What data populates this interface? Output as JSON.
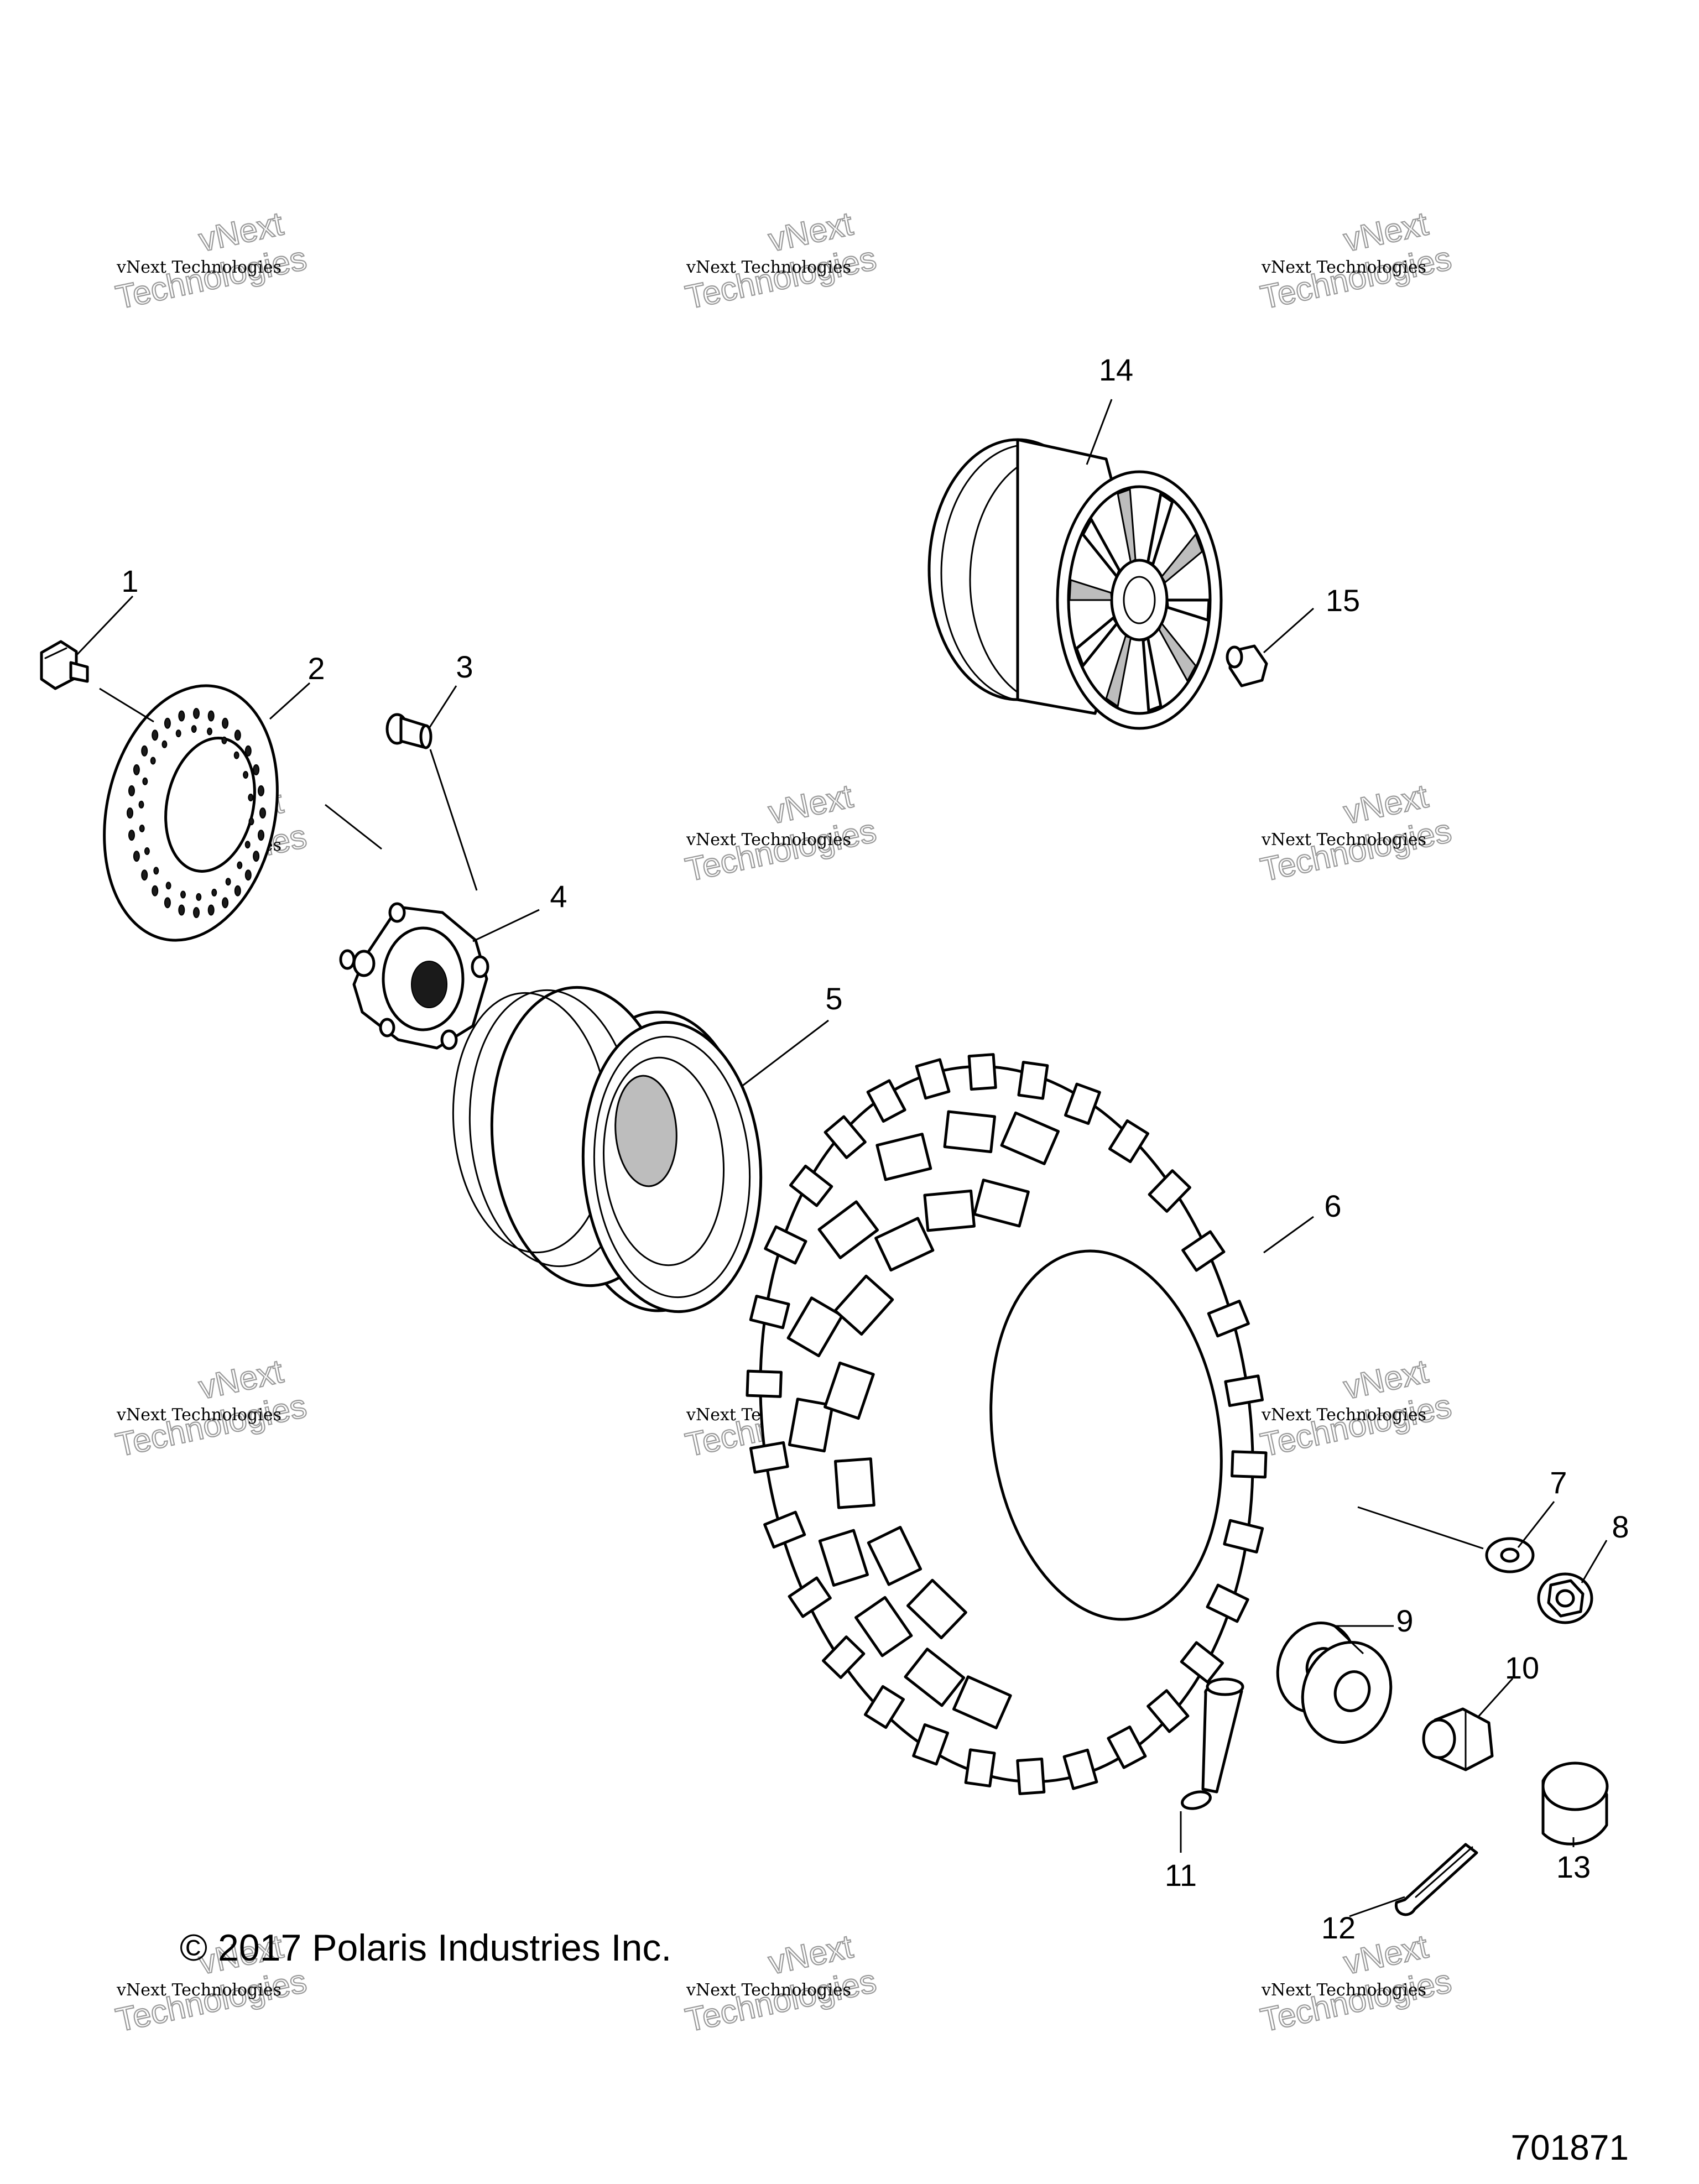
{
  "callouts": [
    "1",
    "2",
    "3",
    "4",
    "5",
    "6",
    "7",
    "8",
    "9",
    "10",
    "11",
    "12",
    "13",
    "14",
    "15"
  ],
  "copyright": "© 2017 Polaris Industries Inc.",
  "figure_number": "701871",
  "watermark": {
    "line1": "vNext Technologies",
    "line2": "vNext",
    "line3": "Technologies"
  }
}
